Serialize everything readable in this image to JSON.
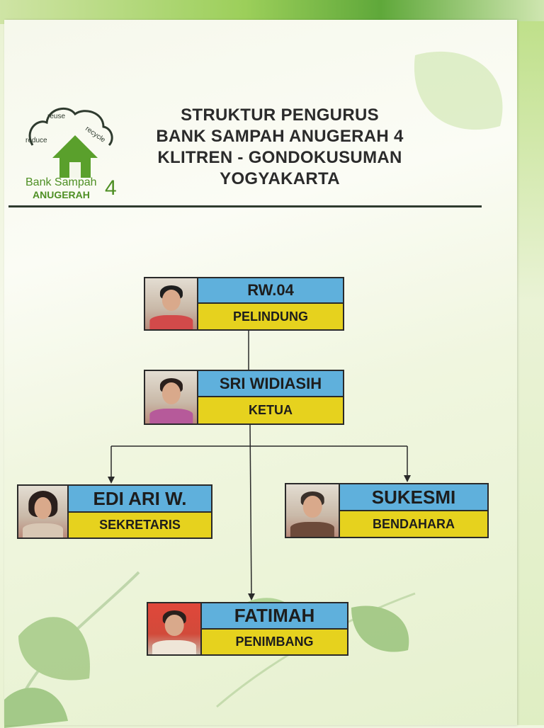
{
  "header": {
    "title_lines": [
      "STRUKTUR PENGURUS",
      "BANK SAMPAH ANUGERAH 4",
      "KLITREN - GONDOKUSUMAN",
      "YOGYAKARTA"
    ]
  },
  "logo": {
    "words": {
      "reuse": "reuse",
      "reduce": "reduce",
      "recycle": "recycle"
    },
    "brand_line1": "Bank Sampah",
    "brand_line2": "ANUGERAH",
    "brand_number": "4"
  },
  "org": {
    "pelindung": {
      "name": "RW.04",
      "role": "PELINDUNG"
    },
    "ketua": {
      "name": "SRI WIDIASIH",
      "role": "KETUA"
    },
    "sekretaris": {
      "name": "EDI ARI W.",
      "role": "SEKRETARIS"
    },
    "bendahara": {
      "name": "SUKESMI",
      "role": "BENDAHARA"
    },
    "penimbang": {
      "name": "FATIMAH",
      "role": "PENIMBANG"
    }
  },
  "colors": {
    "name_box": "#5fb0dc",
    "role_box": "#e6d21e",
    "logo_green": "#5aa02c"
  }
}
